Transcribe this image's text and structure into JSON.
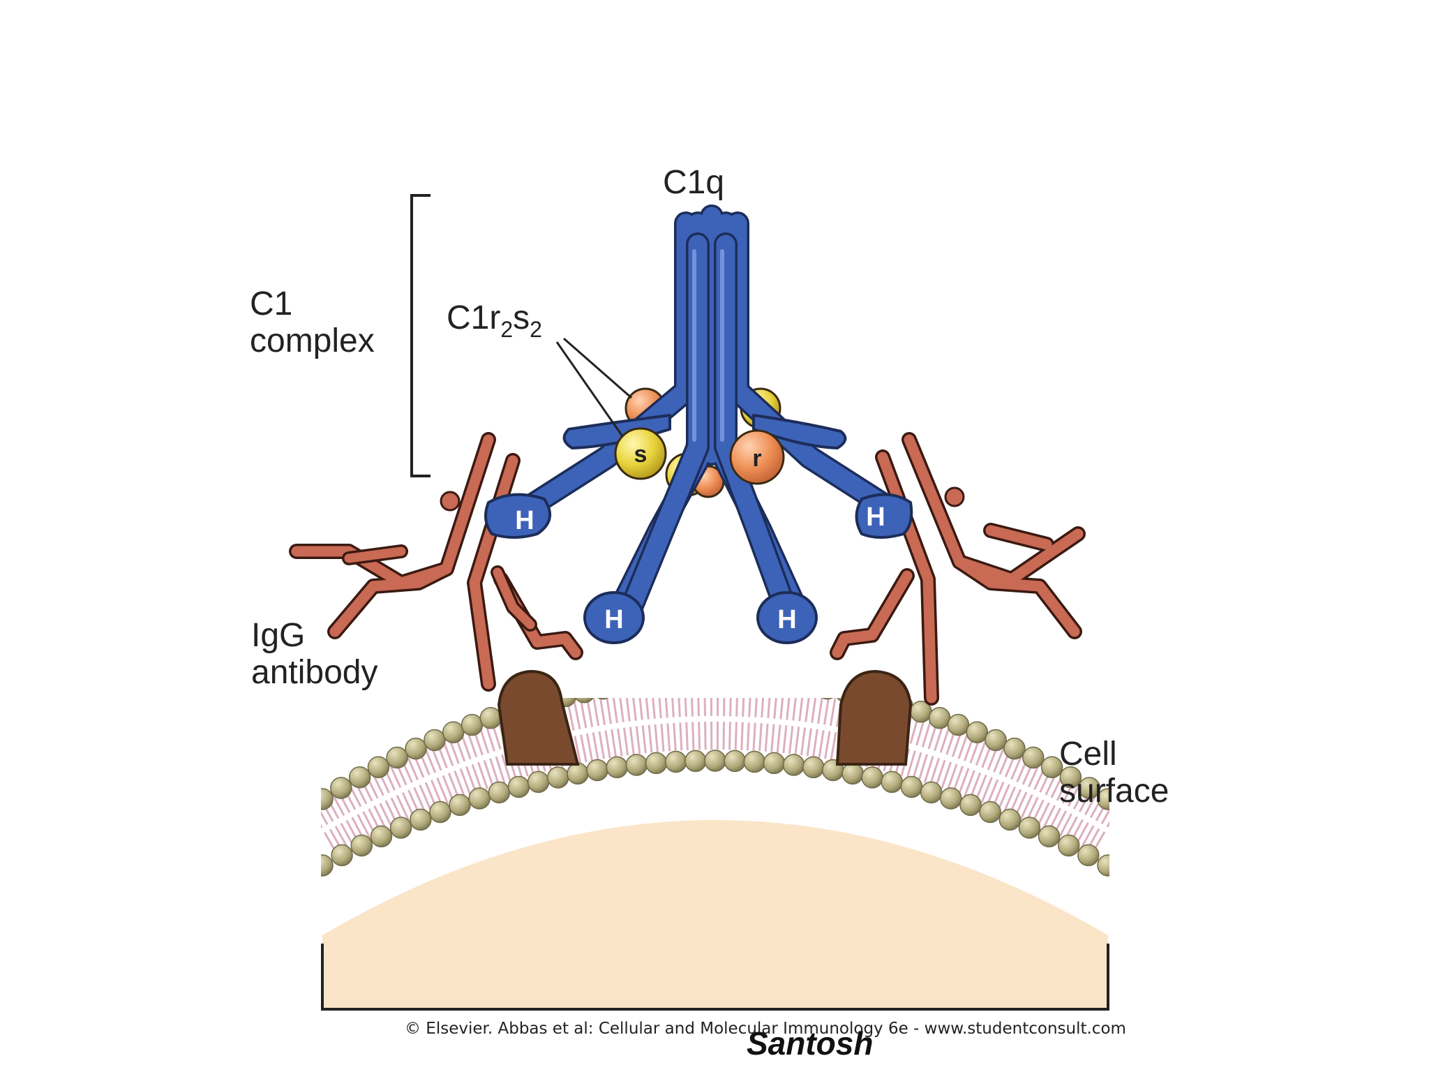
{
  "labels": {
    "c1q": "C1q",
    "c1_complex_line1": "C1",
    "c1_complex_line2": "complex",
    "c1r2s2_base1": "C1r",
    "c1r2s2_sub1": "2",
    "c1r2s2_base2": "s",
    "c1r2s2_sub2": "2",
    "igg_line1": "IgG",
    "igg_line2": "antibody",
    "cell_line1": "Cell",
    "cell_line2": "surface",
    "s_subunit": "s",
    "r_subunit": "r",
    "head": "H"
  },
  "footer": {
    "credit": "© Elsevier. Abbas et al: Cellular and Molecular Immunology 6e - www.studentconsult.com",
    "author": "Santosh"
  },
  "colors": {
    "c1q_blue": "#3d63b8",
    "c1q_light": "#6f90dd",
    "igg_red": "#c96a54",
    "antigen_brown": "#7a4a2e",
    "membrane_head": "#b0a97a",
    "membrane_tail": "#d9a6b8",
    "cytoplasm": "#fbe5c8",
    "s_yellow": "#e8d33c",
    "r_orange": "#ee8f55"
  }
}
